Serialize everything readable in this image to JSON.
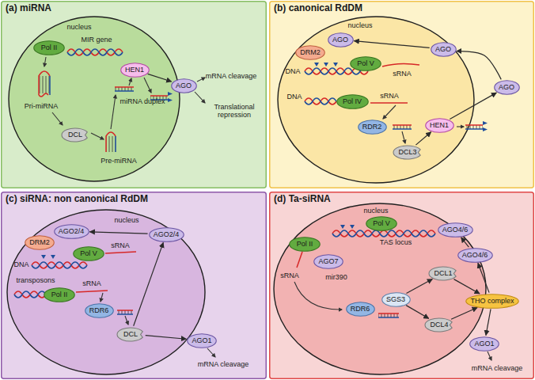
{
  "diagram": {
    "nodes": [
      {
        "text": [
          "(a) miRNA"
        ]
      },
      {
        "text": [
          "nucleus"
        ],
        "in": 0
      },
      {
        "text": [
          "Pol II"
        ],
        "in": 1
      },
      {
        "text": [
          "HEN1"
        ],
        "in": 1
      },
      {
        "text": [
          "DCL"
        ],
        "in": 1
      },
      {
        "text": [
          "AGO"
        ],
        "in": 0
      },
      {
        "text": [
          "(b) canonical RdDM"
        ]
      },
      {
        "text": [
          "nucleus"
        ],
        "in": 6
      },
      {
        "text": [
          "DRM2"
        ],
        "in": 7
      },
      {
        "text": [
          "AGO"
        ],
        "in": 7
      },
      {
        "text": [
          "Pol V"
        ],
        "in": 7
      },
      {
        "text": [
          "AGO"
        ],
        "in": 7
      },
      {
        "text": [
          "Pol IV"
        ],
        "in": 7
      },
      {
        "text": [
          "RDR2"
        ],
        "in": 7
      },
      {
        "text": [
          "DCL3"
        ],
        "in": 7
      },
      {
        "text": [
          "HEN1"
        ],
        "in": 7
      },
      {
        "text": [
          "AGO"
        ],
        "in": 6
      },
      {
        "text": [
          "(c) siRNA: non canonical RdDM"
        ]
      },
      {
        "text": [
          "nucleus"
        ],
        "in": 17
      },
      {
        "text": [
          "DRM2"
        ],
        "in": 18
      },
      {
        "text": [
          "AGO2/4"
        ],
        "in": 18
      },
      {
        "text": [
          "Pol V"
        ],
        "in": 18
      },
      {
        "text": [
          "AGO2/4"
        ],
        "in": 18
      },
      {
        "text": [
          "Pol II"
        ],
        "in": 18
      },
      {
        "text": [
          "RDR6"
        ],
        "in": 18
      },
      {
        "text": [
          "DCL"
        ],
        "in": 18
      },
      {
        "text": [
          "AGO1"
        ],
        "in": 17
      },
      {
        "text": [
          "(d) Ta-siRNA"
        ]
      },
      {
        "text": [
          "nucleus"
        ],
        "in": 27
      },
      {
        "text": [
          "Pol V"
        ],
        "in": 28
      },
      {
        "text": [
          "AGO4/6"
        ],
        "in": 28
      },
      {
        "text": [
          "Pol II"
        ],
        "in": 28
      },
      {
        "text": [
          "AGO7"
        ],
        "in": 28
      },
      {
        "text": [
          "RDR6"
        ],
        "in": 28
      },
      {
        "text": [
          "SGS3"
        ],
        "in": 28
      },
      {
        "text": [
          "DCL1"
        ],
        "in": 28
      },
      {
        "text": [
          "DCL4"
        ],
        "in": 28
      },
      {
        "text": [
          "AGO4/6"
        ],
        "in": 28
      },
      {
        "text": [
          "THO complex"
        ],
        "in": 27
      },
      {
        "text": [
          "AGO1"
        ],
        "in": 27
      }
    ],
    "edges": [
      {
        "from": 3,
        "to": 5,
        "arrow": "to"
      },
      {
        "from": 14,
        "to": 15,
        "arrow": "to"
      },
      {
        "from": 15,
        "to": 16,
        "arrow": "to"
      },
      {
        "from": 16,
        "to": 11,
        "arrow": "to"
      },
      {
        "from": 11,
        "to": 9,
        "arrow": "to"
      },
      {
        "from": 25,
        "to": 22,
        "arrow": "to"
      },
      {
        "from": 22,
        "to": 20,
        "arrow": "to"
      },
      {
        "from": 25,
        "to": 26,
        "arrow": "to"
      },
      {
        "from": 34,
        "to": 35,
        "arrow": "to"
      },
      {
        "from": 34,
        "to": 36,
        "arrow": "to"
      },
      {
        "from": 35,
        "to": 38,
        "arrow": "to"
      },
      {
        "from": 36,
        "to": 38,
        "arrow": "to"
      },
      {
        "from": 38,
        "to": 37,
        "arrow": "to"
      },
      {
        "from": 37,
        "to": 30,
        "arrow": "to"
      },
      {
        "from": 38,
        "to": 39,
        "arrow": "to"
      }
    ],
    "labels": [
      "MIR gene",
      "Pri-miRNA",
      "miRNA duplex",
      "Pre-miRNA",
      "mRNA cleavage",
      "Translational repression",
      "DNA",
      "sRNA",
      "DNA",
      "sRNA",
      "DNA",
      "sRNA",
      "transposons",
      "sRNA",
      "mRNA cleavage",
      "TAS locus",
      "sRNA",
      "mir390",
      "mRNA cleavage"
    ]
  }
}
